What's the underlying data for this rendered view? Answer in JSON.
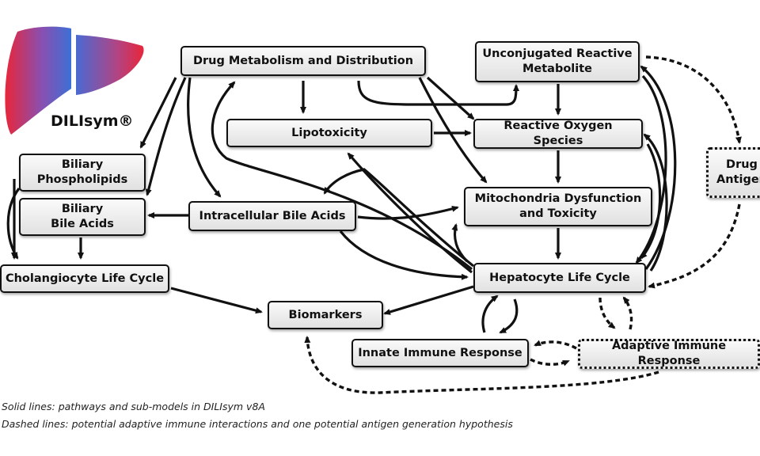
{
  "diagram": {
    "brand": "DILIsym®",
    "nodes": {
      "drug_metabolism": "Drug Metabolism and Distribution",
      "unconjugated_metabolite": "Unconjugated Reactive\nMetabolite",
      "lipotoxicity": "Lipotoxicity",
      "ros": "Reactive Oxygen Species",
      "drug_antigen": "Drug\nAntigen",
      "biliary_phospholipids": "Biliary\nPhospholipids",
      "biliary_bile_acids": "Biliary\nBile Acids",
      "intracellular_bile_acids": "Intracellular Bile Acids",
      "mitochondria": "Mitochondria Dysfunction\nand Toxicity",
      "cholangiocyte": "Cholangiocyte Life Cycle",
      "hepatocyte": "Hepatocyte Life Cycle",
      "biomarkers": "Biomarkers",
      "innate_immune": "Innate Immune Response",
      "adaptive_immune": "Adaptive Immune Response"
    },
    "legend": {
      "solid": "Solid lines: pathways and sub-models in DILIsym v8A",
      "dashed": "Dashed lines: potential adaptive immune interactions and one potential antigen generation hypothesis"
    },
    "colors": {
      "liver_left": "#e8263a",
      "liver_right": "#3d6fd6",
      "stroke": "#111111"
    }
  }
}
